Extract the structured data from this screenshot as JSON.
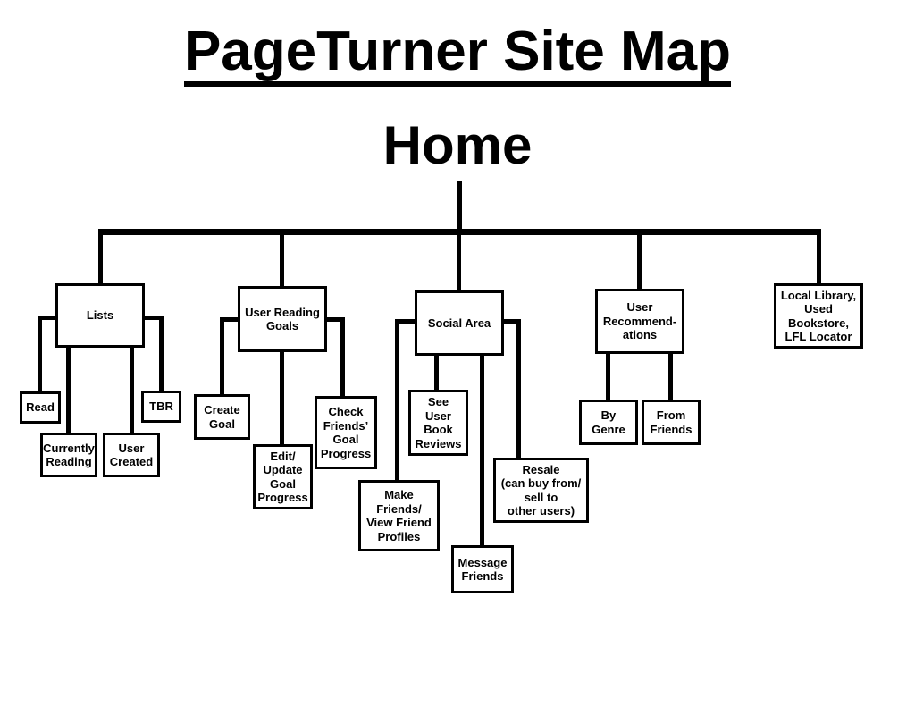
{
  "title": "PageTurner Site Map",
  "home": "Home",
  "sections": {
    "lists": {
      "label": "Lists",
      "children": {
        "read": "Read",
        "currently_reading": "Currently\nReading",
        "user_created": "User\nCreated",
        "tbr": "TBR"
      }
    },
    "reading_goals": {
      "label": "User Reading\nGoals",
      "children": {
        "create_goal": "Create\nGoal",
        "edit_goal": "Edit/\nUpdate\nGoal\nProgress",
        "check_friends": "Check\nFriends’\nGoal\nProgress"
      }
    },
    "social": {
      "label": "Social Area",
      "children": {
        "make_friends": "Make\nFriends/\nView Friend\nProfiles",
        "see_reviews": "See\nUser\nBook\nReviews",
        "message_friends": "Message\nFriends",
        "resale": "Resale\n(can buy from/\nsell to\nother users)"
      }
    },
    "recommendations": {
      "label": "User\nRecommend-\nations",
      "children": {
        "by_genre": "By\nGenre",
        "from_friends": "From\nFriends"
      }
    },
    "locator": {
      "label": "Local Library,\nUsed\nBookstore,\nLFL Locator"
    }
  }
}
